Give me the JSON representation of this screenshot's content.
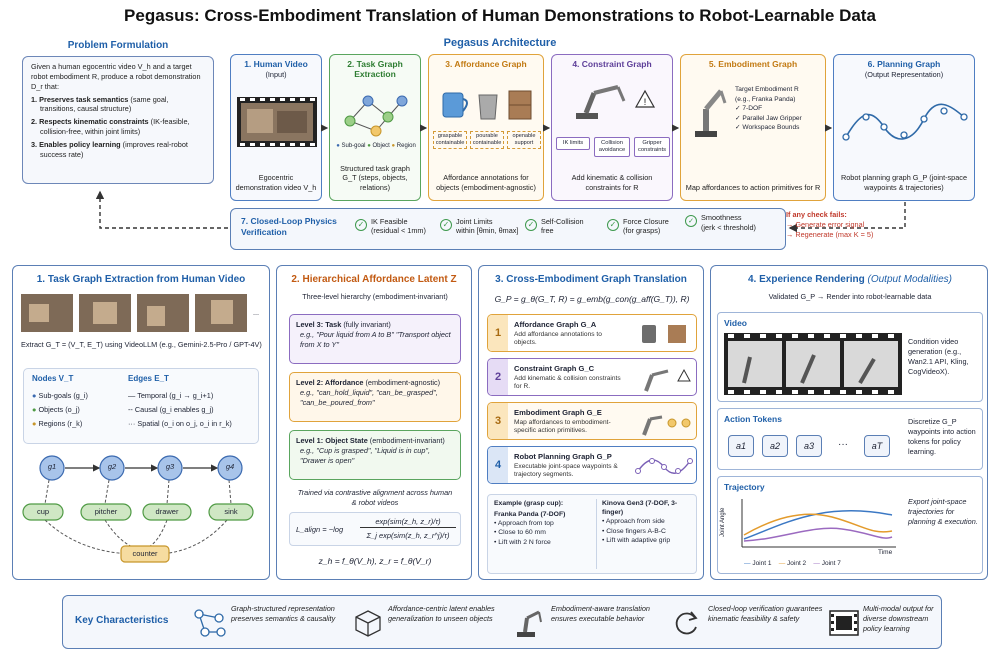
{
  "title": "Pegasus: Cross-Embodiment Translation of Human Demonstrations to Robot-Learnable Data",
  "problem": {
    "title": "Problem Formulation",
    "intro": "Given a human egocentric video V_h and a target robot embodiment R, produce a robot demonstration D_r that:",
    "items": [
      {
        "bold": "1. Preserves task semantics",
        "rest": " (same goal, transitions, causal structure)"
      },
      {
        "bold": "2. Respects kinematic constraints",
        "rest": " (IK-feasible, collision-free, within joint limits)"
      },
      {
        "bold": "3. Enables policy learning",
        "rest": " (improves real-robot success rate)"
      }
    ]
  },
  "architecture": {
    "title": "Pegasus Architecture",
    "stages": [
      {
        "title": "1. Human Video",
        "sub": "(Input)",
        "caption": "Egocentric demonstration video V_h"
      },
      {
        "title": "2. Task Graph Extraction",
        "sub": "",
        "caption": "Structured task graph G_T (steps, objects, relations)",
        "legend": [
          "Sub-goal",
          "Object",
          "Region"
        ]
      },
      {
        "title": "3. Affordance Graph",
        "sub": "",
        "caption": "Affordance annotations for objects (embodiment-agnostic)",
        "tags": [
          "graspable containable",
          "pourable containable",
          "openable support"
        ]
      },
      {
        "title": "4. Constraint Graph",
        "sub": "",
        "caption": "Add kinematic & collision constraints for R",
        "tags": [
          "IK limits",
          "Collision avoidance",
          "Gripper constraints"
        ]
      },
      {
        "title": "5. Embodiment Graph",
        "sub": "",
        "caption": "Map affordances to action primitives for R",
        "spec": [
          "Target Embodiment R",
          "(e.g., Franka Panda)",
          "✓ 7-DOF",
          "✓ Parallel Jaw Gripper",
          "✓ Workspace Bounds"
        ]
      },
      {
        "title": "6. Planning Graph",
        "sub": "(Output Representation)",
        "caption": "Robot planning graph G_P (joint-space waypoints & trajectories)"
      }
    ]
  },
  "verification": {
    "title": "7. Closed-Loop Physics Verification",
    "checks": [
      {
        "name": "IK Feasible",
        "detail": "(residual < 1mm)"
      },
      {
        "name": "Joint Limits",
        "detail": "within [θmin, θmax]"
      },
      {
        "name": "Self-Collision",
        "detail": "free"
      },
      {
        "name": "Force Closure",
        "detail": "(for grasps)"
      },
      {
        "name": "Smoothness",
        "detail": "(jerk < threshold)"
      }
    ],
    "fail_title": "If any check fails:",
    "fail_items": [
      "→ Generate error signal",
      "→ Regenerate (max K = 5)"
    ]
  },
  "panel1": {
    "title": "1. Task Graph Extraction from Human Video",
    "extract": "Extract G_T = (V_T, E_T) using VideoLLM (e.g., Gemini-2.5-Pro / GPT-4V)",
    "nodes_title": "Nodes V_T",
    "nodes": [
      "Sub-goals (g_i)",
      "Objects (o_j)",
      "Regions (r_k)"
    ],
    "edges_title": "Edges E_T",
    "edges": [
      "Temporal (g_i → g_i+1)",
      "Causal (g_i enables g_j)",
      "Spatial (o_i on o_j, o_i in r_k)"
    ],
    "graph_goals": [
      "g1",
      "g2",
      "g3",
      "g4"
    ],
    "graph_objects": [
      "cup",
      "pitcher",
      "drawer",
      "sink"
    ],
    "graph_region": "counter",
    "more": "..."
  },
  "panel2": {
    "title": "2. Hierarchical Affordance Latent Z",
    "subtitle": "Three-level hierarchy (embodiment-invariant)",
    "levels": [
      {
        "head": "Level 3: Task",
        "tag": " (fully invariant)",
        "eg": "e.g., \"Pour liquid from A to B\" \"Transport object from X to Y\""
      },
      {
        "head": "Level 2: Affordance",
        "tag": " (embodiment-agnostic)",
        "eg": "e.g., \"can_hold_liquid\", \"can_be_grasped\", \"can_be_poured_from\""
      },
      {
        "head": "Level 1: Object State",
        "tag": " (embodiment-invariant)",
        "eg": "e.g., \"Cup is grasped\", \"Liquid is in cup\", \"Drawer is open\""
      }
    ],
    "trained": "Trained via contrastive alignment across human & robot videos",
    "loss_lhs": "L_align = −log",
    "loss_num": "exp(sim(z_h, z_r)/τ)",
    "loss_den": "Σ_j exp(sim(z_h, z_r^j)/τ)",
    "encoders": "z_h = f_θ(V_h),  z_r = f_θ(V_r)"
  },
  "panel3": {
    "title": "3. Cross-Embodiment Graph Translation",
    "formula": "G_P = g_θ(G_T, R) = g_emb(g_con(g_aff(G_T)), R)",
    "rows": [
      {
        "num": "1",
        "title": "Affordance Graph G_A",
        "desc": "Add affordance annotations to objects."
      },
      {
        "num": "2",
        "title": "Constraint Graph G_C",
        "desc": "Add kinematic & collision constraints for R."
      },
      {
        "num": "3",
        "title": "Embodiment Graph G_E",
        "desc": "Map affordances to embodiment-specific action primitives."
      },
      {
        "num": "4",
        "title": "Robot Planning Graph G_P",
        "desc": "Executable joint-space waypoints & trajectory segments."
      }
    ],
    "example_title": "Example (grasp cup):",
    "robots": [
      {
        "name": "Franka Panda (7-DOF)",
        "steps": [
          "• Approach from top",
          "• Close to 60 mm",
          "• Lift with 2 N force"
        ]
      },
      {
        "name": "Kinova Gen3 (7-DOF, 3-finger)",
        "steps": [
          "• Approach from side",
          "• Close fingers A-B-C",
          "• Lift with adaptive grip"
        ]
      }
    ]
  },
  "panel4": {
    "title": "4. Experience Rendering",
    "title_tag": " (Output Modalities)",
    "validated": "Validated G_P → Render into robot-learnable data",
    "video_title": "Video",
    "video_desc": "Condition video generation (e.g., Wan2.1 API, Kling, CogVideoX).",
    "tokens_title": "Action Tokens",
    "tokens": [
      "a1",
      "a2",
      "a3",
      "···",
      "aT"
    ],
    "tokens_desc": "Discretize G_P waypoints into action tokens for policy learning.",
    "traj_title": "Trajectory",
    "traj_desc": "Export joint-space trajectories for planning & execution.",
    "traj_ylabel": "Joint Angle",
    "traj_xlabel": "Time",
    "traj_legend": [
      "Joint 1",
      "Joint 2",
      "Joint 7"
    ],
    "traj_colors": [
      "#3b78c4",
      "#e39b2c",
      "#9b6ac0"
    ]
  },
  "key": {
    "title": "Key Characteristics",
    "items": [
      {
        "icon": "graph-icon",
        "text": "Graph-structured representation preserves semantics & causality"
      },
      {
        "icon": "cube-icon",
        "text": "Affordance-centric latent enables generalization to unseen objects"
      },
      {
        "icon": "robot-arm-icon",
        "text": "Embodiment-aware translation ensures executable behavior"
      },
      {
        "icon": "refresh-icon",
        "text": "Closed-loop verification guarantees kinematic feasibility & safety"
      },
      {
        "icon": "film-icon",
        "text": "Multi-modal output for diverse downstream policy learning"
      }
    ]
  }
}
